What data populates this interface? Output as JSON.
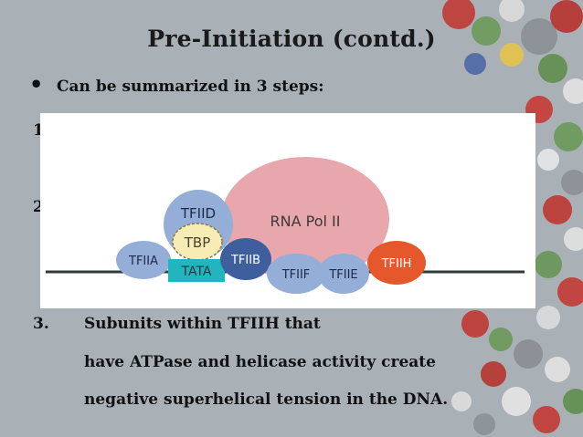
{
  "slide": {
    "title": "Pre-Initiation (contd.)",
    "bullet_symbol": "•",
    "bullet_text": "Can be summarized in 3 steps:",
    "step1_number": "1",
    "step2_number": "2",
    "step3_number": "3.",
    "step3_lines": [
      "Subunits within TFIIH that",
      "have ATPase and helicase activity create",
      "negative superhelical tension in the DNA."
    ]
  },
  "diagram": {
    "labels": {
      "tfiid": "TFIID",
      "tbp": "TBP",
      "tfiia": "TFIIA",
      "tata": "TATA",
      "tfiib": "TFIIB",
      "rna_pol": "RNA Pol II",
      "tfiif": "TFIIF",
      "tfiie": "TFIIE",
      "tfiih": "TFIIH"
    },
    "colors": {
      "tfiid": "#94aed8",
      "tbp": "#f7ecb4",
      "tfiia": "#94aed8",
      "tata": "#22b5be",
      "tfiib": "#3f5e9e",
      "rna_pol": "#e8a6ad",
      "tfiif": "#94aed8",
      "tfiie": "#94aed8",
      "tfiih": "#e4582c",
      "dna": "#2f3a3a"
    }
  }
}
